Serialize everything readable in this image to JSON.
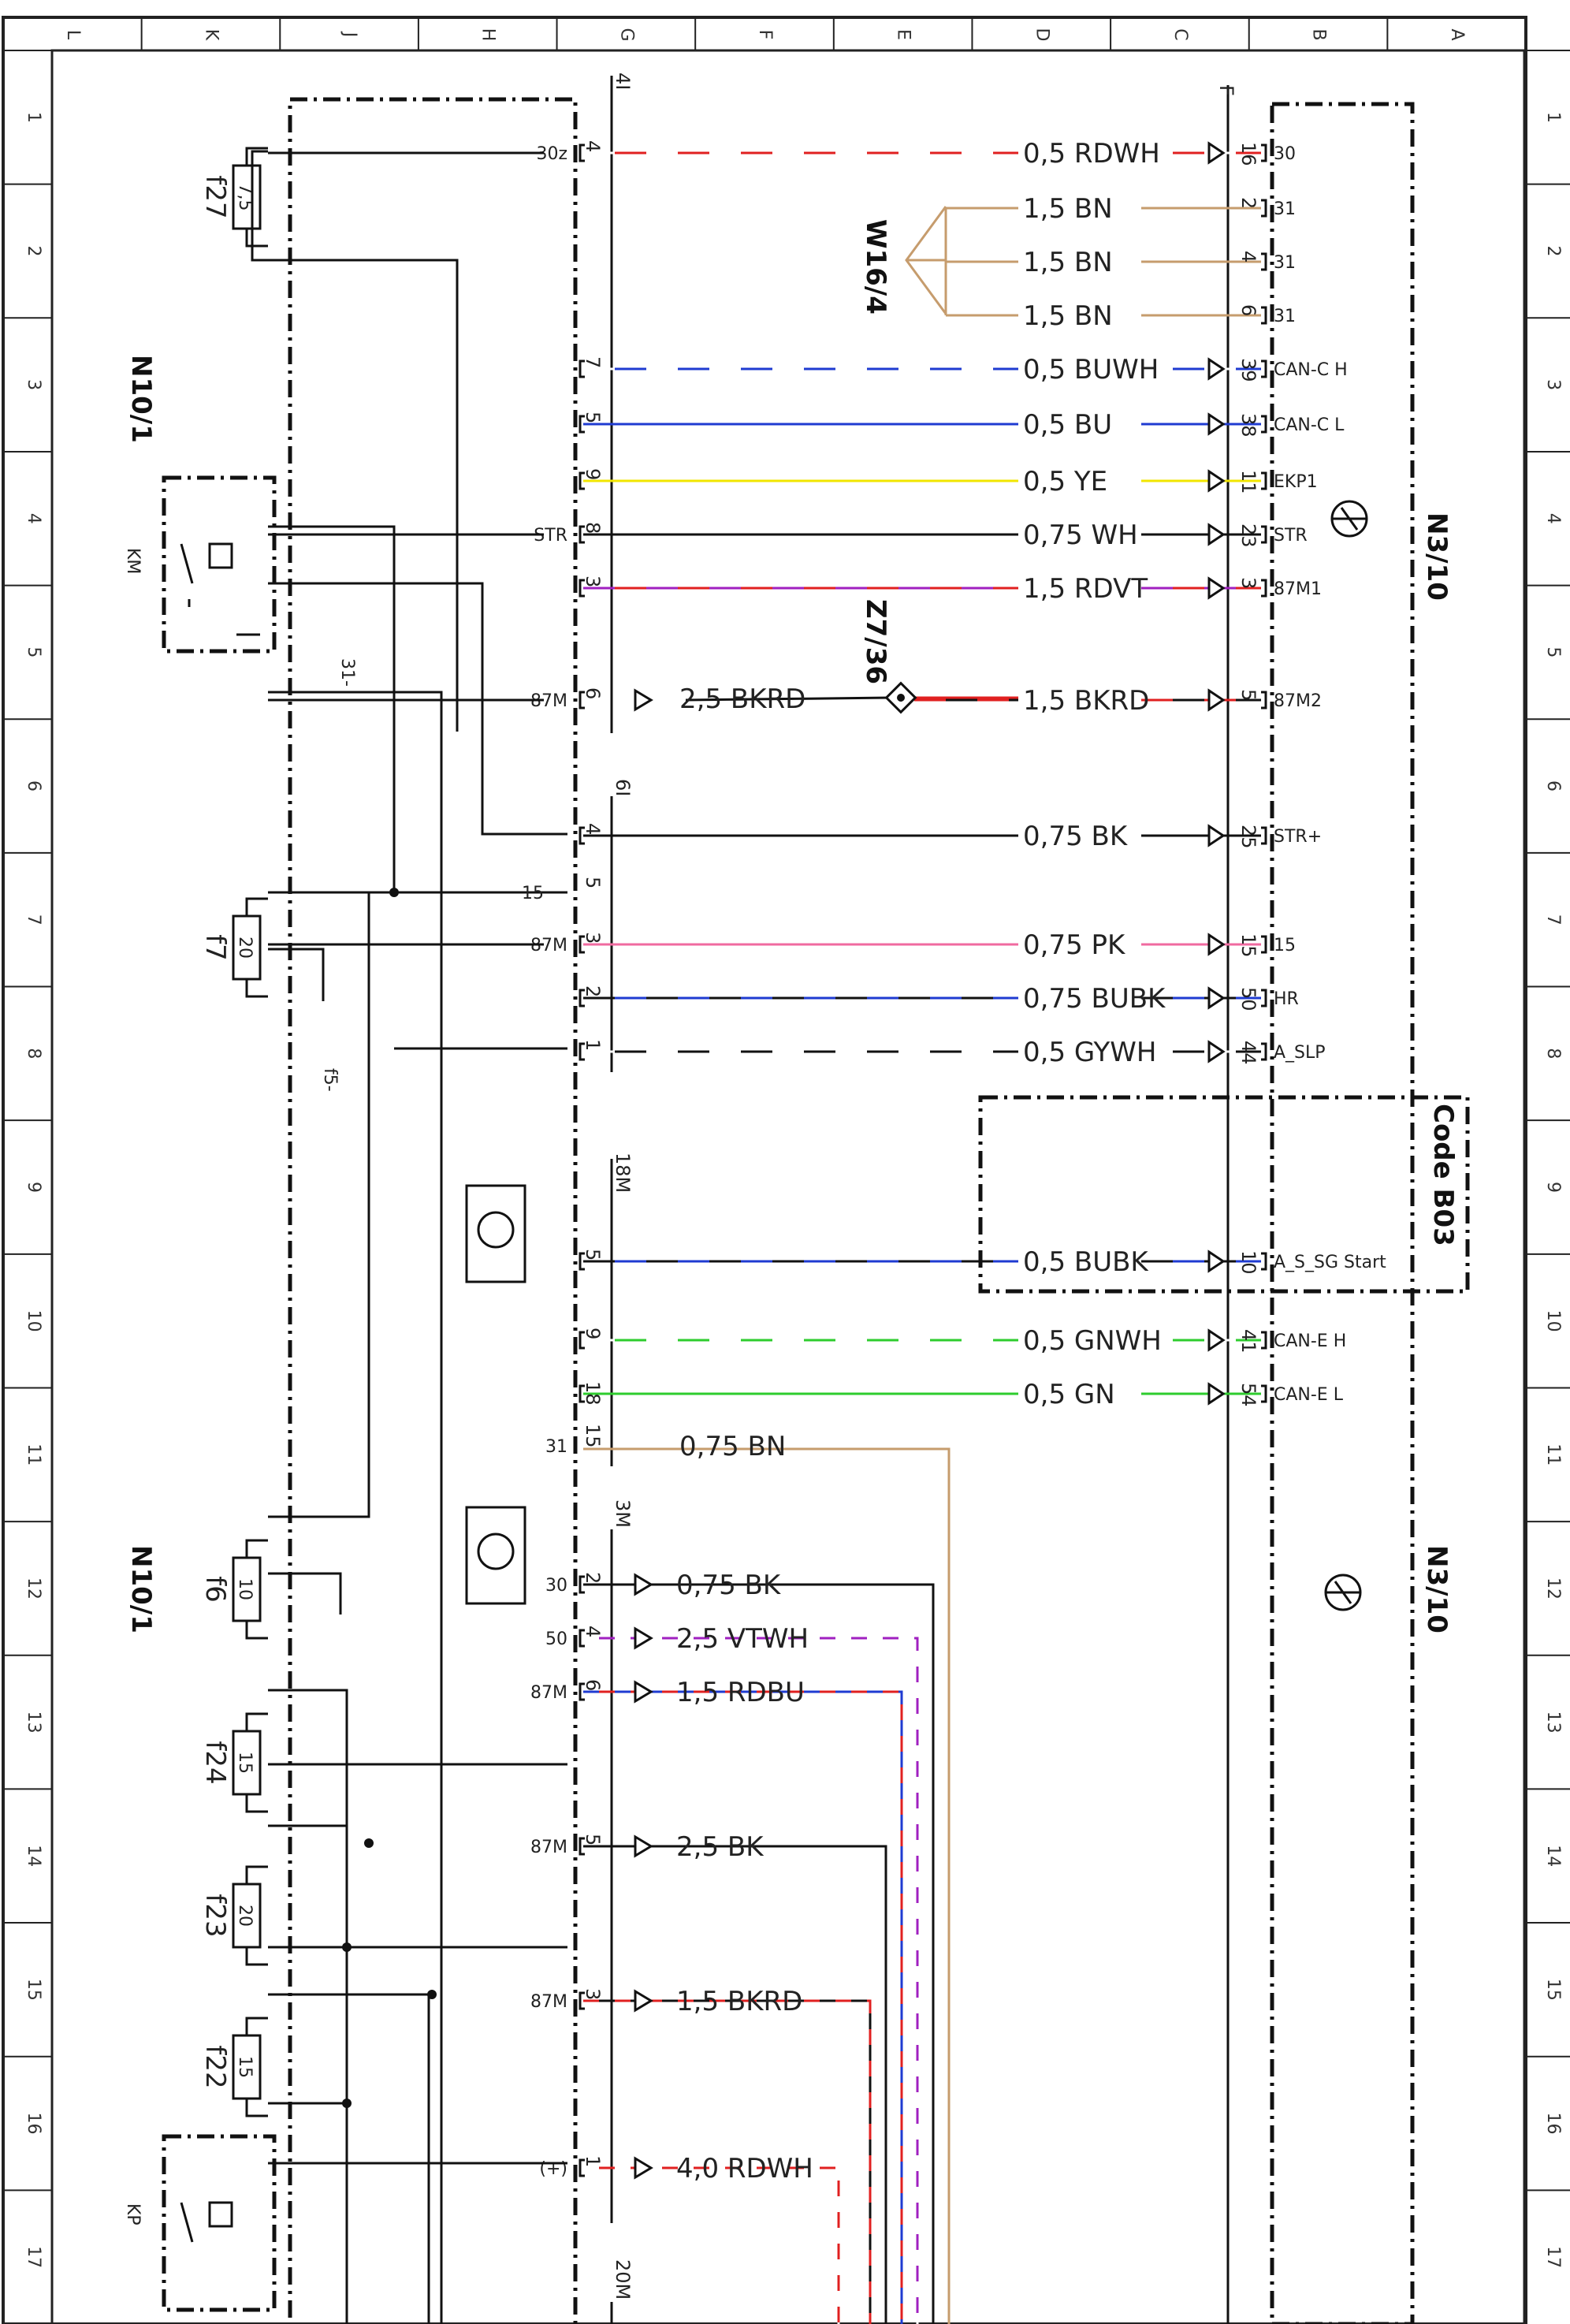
{
  "grid": {
    "columns": [
      "A",
      "B",
      "C",
      "D",
      "E",
      "F",
      "G",
      "H",
      "J",
      "K",
      "L"
    ],
    "rows": [
      "1",
      "2",
      "3",
      "4",
      "5",
      "6",
      "7",
      "8",
      "9",
      "10",
      "11",
      "12",
      "13",
      "14",
      "15",
      "16",
      "17"
    ]
  },
  "components": {
    "control_unit_1": "N3/10",
    "control_unit_2": "N3/10",
    "code_box": "Code B03",
    "fuse_box_1": "N10/1",
    "fuse_box_2": "N10/1",
    "ground_point": "W16/4",
    "splice": "Z7/36",
    "relay_1": "KM",
    "relay_2": "KP"
  },
  "connectors": {
    "main_upper": "4I",
    "main_middle": "6I",
    "main_18m": "18M",
    "main_3m": "3M",
    "main_20m": "20M",
    "right_conn": "F"
  },
  "fuses": [
    {
      "id": "f27",
      "rating": "7,5"
    },
    {
      "id": "f7",
      "rating": "20"
    },
    {
      "id": "f6",
      "rating": "10"
    },
    {
      "id": "f24",
      "rating": "15"
    },
    {
      "id": "f23",
      "rating": "20"
    },
    {
      "id": "f22",
      "rating": "15"
    }
  ],
  "right_wires": [
    {
      "wire": "0,5 RDWH",
      "pin": "16",
      "signal": "30",
      "left_pin": "4",
      "left_terminal": "30z",
      "color": "#e02020",
      "stripe": "#ffffff"
    },
    {
      "wire": "1,5 BN",
      "pin": "2",
      "signal": "31",
      "left_pin": "",
      "left_terminal": "",
      "color": "#c69c6d",
      "stripe": ""
    },
    {
      "wire": "1,5 BN",
      "pin": "4",
      "signal": "31",
      "left_pin": "",
      "left_terminal": "",
      "color": "#c69c6d",
      "stripe": ""
    },
    {
      "wire": "1,5 BN",
      "pin": "6",
      "signal": "31",
      "left_pin": "",
      "left_terminal": "",
      "color": "#c69c6d",
      "stripe": ""
    },
    {
      "wire": "0,5 BUWH",
      "pin": "39",
      "signal": "CAN-C H",
      "left_pin": "7",
      "left_terminal": "",
      "color": "#1f3bd1",
      "stripe": "#ffffff"
    },
    {
      "wire": "0,5 BU",
      "pin": "38",
      "signal": "CAN-C L",
      "left_pin": "5",
      "left_terminal": "",
      "color": "#1f3bd1",
      "stripe": ""
    },
    {
      "wire": "0,5 YE",
      "pin": "11",
      "signal": "EKP1",
      "left_pin": "9",
      "left_terminal": "",
      "color": "#f2e600",
      "stripe": ""
    },
    {
      "wire": "0,75 WH",
      "pin": "23",
      "signal": "STR",
      "left_pin": "8",
      "left_terminal": "STR",
      "color": "#111111",
      "stripe": ""
    },
    {
      "wire": "1,5 RDVT",
      "pin": "3",
      "signal": "87M1",
      "left_pin": "3",
      "left_terminal": "",
      "color": "#e02020",
      "stripe": "#a020c0"
    },
    {
      "wire": "1,5 BKRD",
      "pin": "5",
      "signal": "87M2",
      "left_pin": "6",
      "left_terminal": "87M",
      "color": "#111111",
      "stripe": "#e02020"
    },
    {
      "wire": "0,75 BK",
      "pin": "25",
      "signal": "STR+",
      "left_pin": "4",
      "left_terminal": "",
      "color": "#111111",
      "stripe": ""
    },
    {
      "wire": "0,75 PK",
      "pin": "15",
      "signal": "15",
      "left_pin": "3",
      "left_terminal": "87M",
      "color": "#f06aa0",
      "stripe": ""
    },
    {
      "wire": "0,75 BUBK",
      "pin": "50",
      "signal": "HR",
      "left_pin": "2",
      "left_terminal": "",
      "color": "#1f3bd1",
      "stripe": "#111111"
    },
    {
      "wire": "0,5 GYWH",
      "pin": "44",
      "signal": "A_SLP",
      "left_pin": "1",
      "left_terminal": "",
      "color": "#111111",
      "stripe": "#ffffff"
    },
    {
      "wire": "0,5 BUBK",
      "pin": "10",
      "signal": "A_S_SG Start",
      "left_pin": "5",
      "left_terminal": "",
      "color": "#1f3bd1",
      "stripe": "#111111"
    },
    {
      "wire": "0,5 GNWH",
      "pin": "41",
      "signal": "CAN-E H",
      "left_pin": "9",
      "left_terminal": "",
      "color": "#2ecc2e",
      "stripe": "#ffffff"
    },
    {
      "wire": "0,5 GN",
      "pin": "54",
      "signal": "CAN-E L",
      "left_pin": "18",
      "left_terminal": "",
      "color": "#2ecc2e",
      "stripe": ""
    }
  ],
  "misc_labels": {
    "left_pin_87m_2": "5",
    "left_terminal_15": "15",
    "wire_left_87m": "2,5 BKRD",
    "wire_31": "0,75 BN",
    "terminal_31": "31",
    "pin_15": "15",
    "ground_31_upper": "31-",
    "ground_15": "f5-"
  },
  "lower_wires": [
    {
      "wire": "0,75 BK",
      "pin": "2",
      "terminal": "30",
      "color": "#111111",
      "stripe": ""
    },
    {
      "wire": "2,5 VTWH",
      "pin": "4",
      "terminal": "50",
      "color": "#a020c0",
      "stripe": "#ffffff"
    },
    {
      "wire": "1,5 RDBU",
      "pin": "6",
      "terminal": "87M",
      "color": "#e02020",
      "stripe": "#1f3bd1"
    },
    {
      "wire": "2,5 BK",
      "pin": "5",
      "terminal": "87M",
      "color": "#111111",
      "stripe": ""
    },
    {
      "wire": "1,5 BKRD",
      "pin": "3",
      "terminal": "87M",
      "color": "#111111",
      "stripe": "#e02020"
    },
    {
      "wire": "4,0 RDWH",
      "pin": "1",
      "terminal": "(+)",
      "color": "#e02020",
      "stripe": "#ffffff"
    }
  ]
}
